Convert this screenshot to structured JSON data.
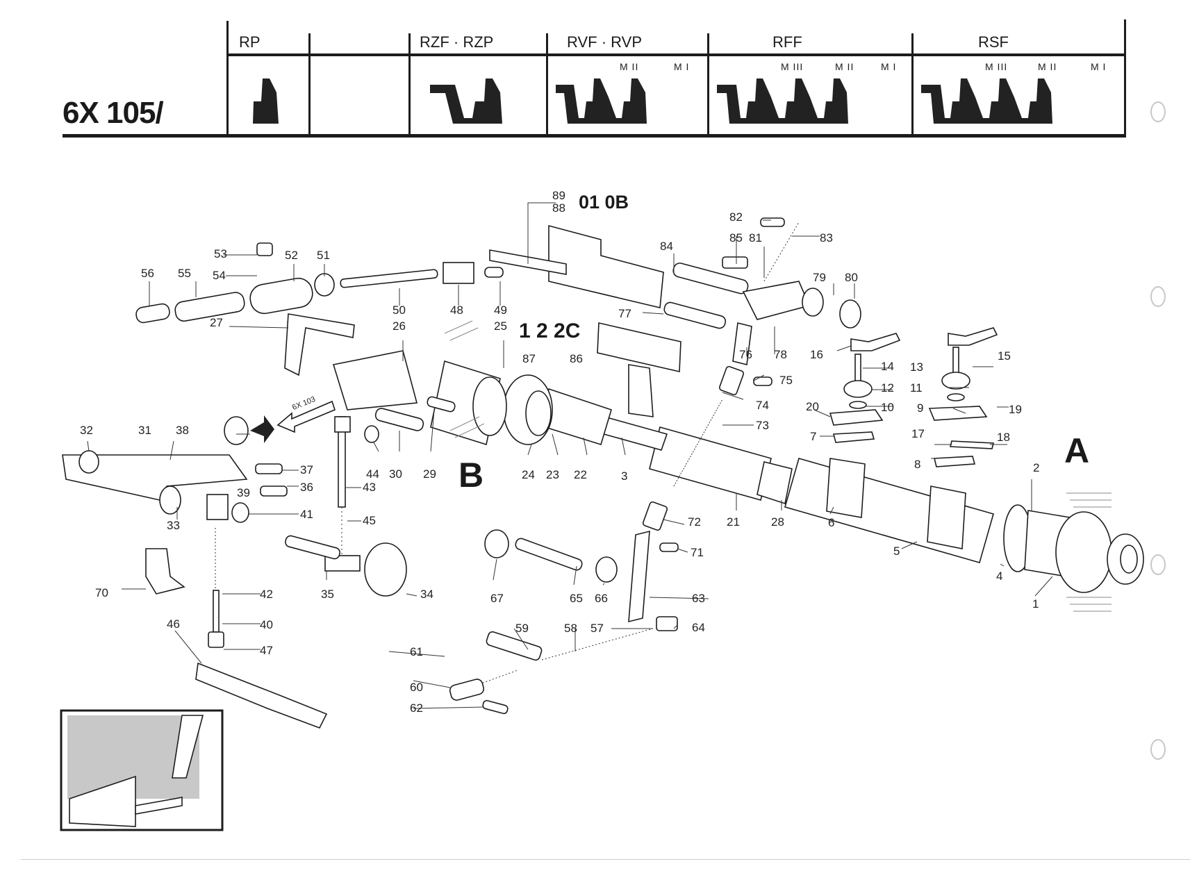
{
  "header": {
    "model_code": "6X 105/",
    "columns": [
      {
        "label": "RP",
        "sub_labels": []
      },
      {
        "label": "",
        "sub_labels": []
      },
      {
        "label": "RZF · RZP",
        "sub_labels": []
      },
      {
        "label": "RVF · RVP",
        "sub_labels": [
          "M II",
          "M I"
        ]
      },
      {
        "label": "RFF",
        "sub_labels": [
          "M III",
          "M II",
          "M I"
        ]
      },
      {
        "label": "RSF",
        "sub_labels": [
          "M III",
          "M II",
          "M I"
        ]
      }
    ]
  },
  "diagram": {
    "section_labels": {
      "A": "A",
      "B": "B"
    },
    "variant_codes": {
      "top": "01 0B",
      "middle": "1 2 2C"
    },
    "reference_arrow": "6X 103",
    "callouts": [
      "1",
      "2",
      "3",
      "4",
      "5",
      "6",
      "7",
      "8",
      "9",
      "10",
      "11",
      "12",
      "13",
      "14",
      "15",
      "16",
      "17",
      "18",
      "19",
      "20",
      "21",
      "22",
      "23",
      "24",
      "25",
      "26",
      "27",
      "28",
      "29",
      "30",
      "31",
      "32",
      "33",
      "34",
      "35",
      "36",
      "37",
      "38",
      "39",
      "40",
      "41",
      "42",
      "43",
      "44",
      "45",
      "46",
      "47",
      "48",
      "49",
      "50",
      "51",
      "52",
      "53",
      "54",
      "55",
      "56",
      "57",
      "58",
      "59",
      "60",
      "61",
      "62",
      "63",
      "64",
      "65",
      "66",
      "67",
      "70",
      "71",
      "72",
      "73",
      "74",
      "75",
      "76",
      "77",
      "78",
      "79",
      "80",
      "81",
      "82",
      "83",
      "84",
      "85",
      "86",
      "87",
      "88",
      "89"
    ]
  },
  "inset": {
    "description": "detail view of bracket against wall"
  },
  "binder_holes": 4
}
